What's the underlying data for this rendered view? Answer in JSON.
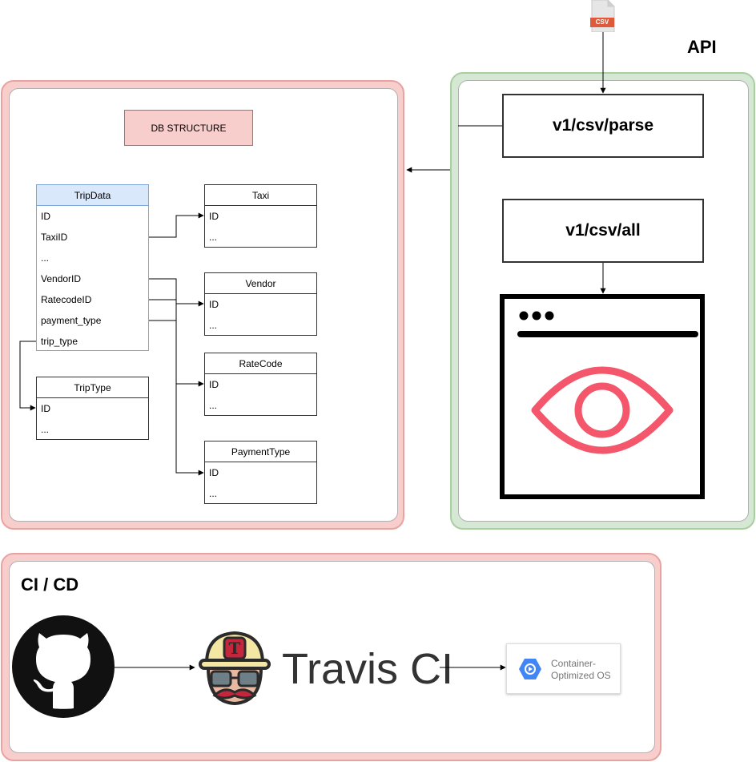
{
  "api": {
    "label": "API",
    "file_icon_text": "CSV",
    "endpoints": [
      "v1/csv/parse",
      "v1/csv/all"
    ]
  },
  "db": {
    "title": "DB STRUCTURE",
    "tables": {
      "tripdata": {
        "name": "TripData",
        "rows": [
          "ID",
          "TaxiID",
          "...",
          "VendorID",
          "RatecodeID",
          "payment_type",
          "trip_type"
        ]
      },
      "taxi": {
        "name": "Taxi",
        "rows": [
          "ID",
          "..."
        ]
      },
      "vendor": {
        "name": "Vendor",
        "rows": [
          "ID",
          "..."
        ]
      },
      "ratecode": {
        "name": "RateCode",
        "rows": [
          "ID",
          "..."
        ]
      },
      "paymenttype": {
        "name": "PaymentType",
        "rows": [
          "ID",
          "..."
        ]
      },
      "triptype": {
        "name": "TripType",
        "rows": [
          "ID",
          "..."
        ]
      }
    }
  },
  "cicd": {
    "label": "CI / CD",
    "travis_text": "Travis CI",
    "travis_logo_letter": "T",
    "cos_line1": "Container-",
    "cos_line2": "Optimized OS"
  },
  "colors": {
    "red_fill": "#f8cecc",
    "green_fill": "#d5e8d4",
    "blue_header": "#dae8fc",
    "eye_red": "#f4566b",
    "gcp_blue": "#4285f4"
  }
}
